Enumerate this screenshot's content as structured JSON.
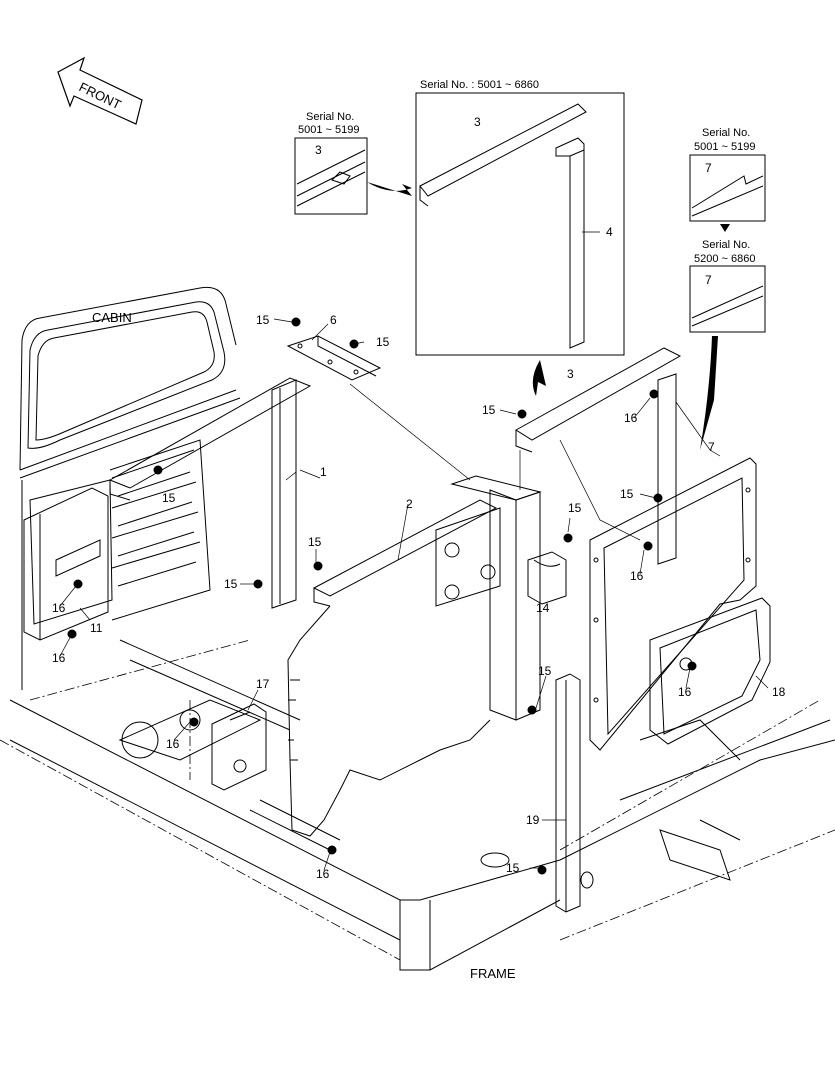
{
  "labels": {
    "front": "FRONT",
    "cabin": "CABIN",
    "frame": "FRAME"
  },
  "insets": {
    "main_serial": "Serial No. : 5001 ~ 6860",
    "left_line1": "Serial No.",
    "left_line2": "5001 ~ 5199",
    "right_top_line1": "Serial No.",
    "right_top_line2": "5001 ~ 5199",
    "right_bottom_line1": "Serial No.",
    "right_bottom_line2": "5200 ~ 6860"
  },
  "parts": {
    "p1": "1",
    "p2": "2",
    "p3": "3",
    "p4": "4",
    "p6": "6",
    "p7": "7",
    "p11": "11",
    "p14": "14",
    "p15": "15",
    "p16": "16",
    "p17": "17",
    "p18": "18",
    "p19": "19"
  }
}
